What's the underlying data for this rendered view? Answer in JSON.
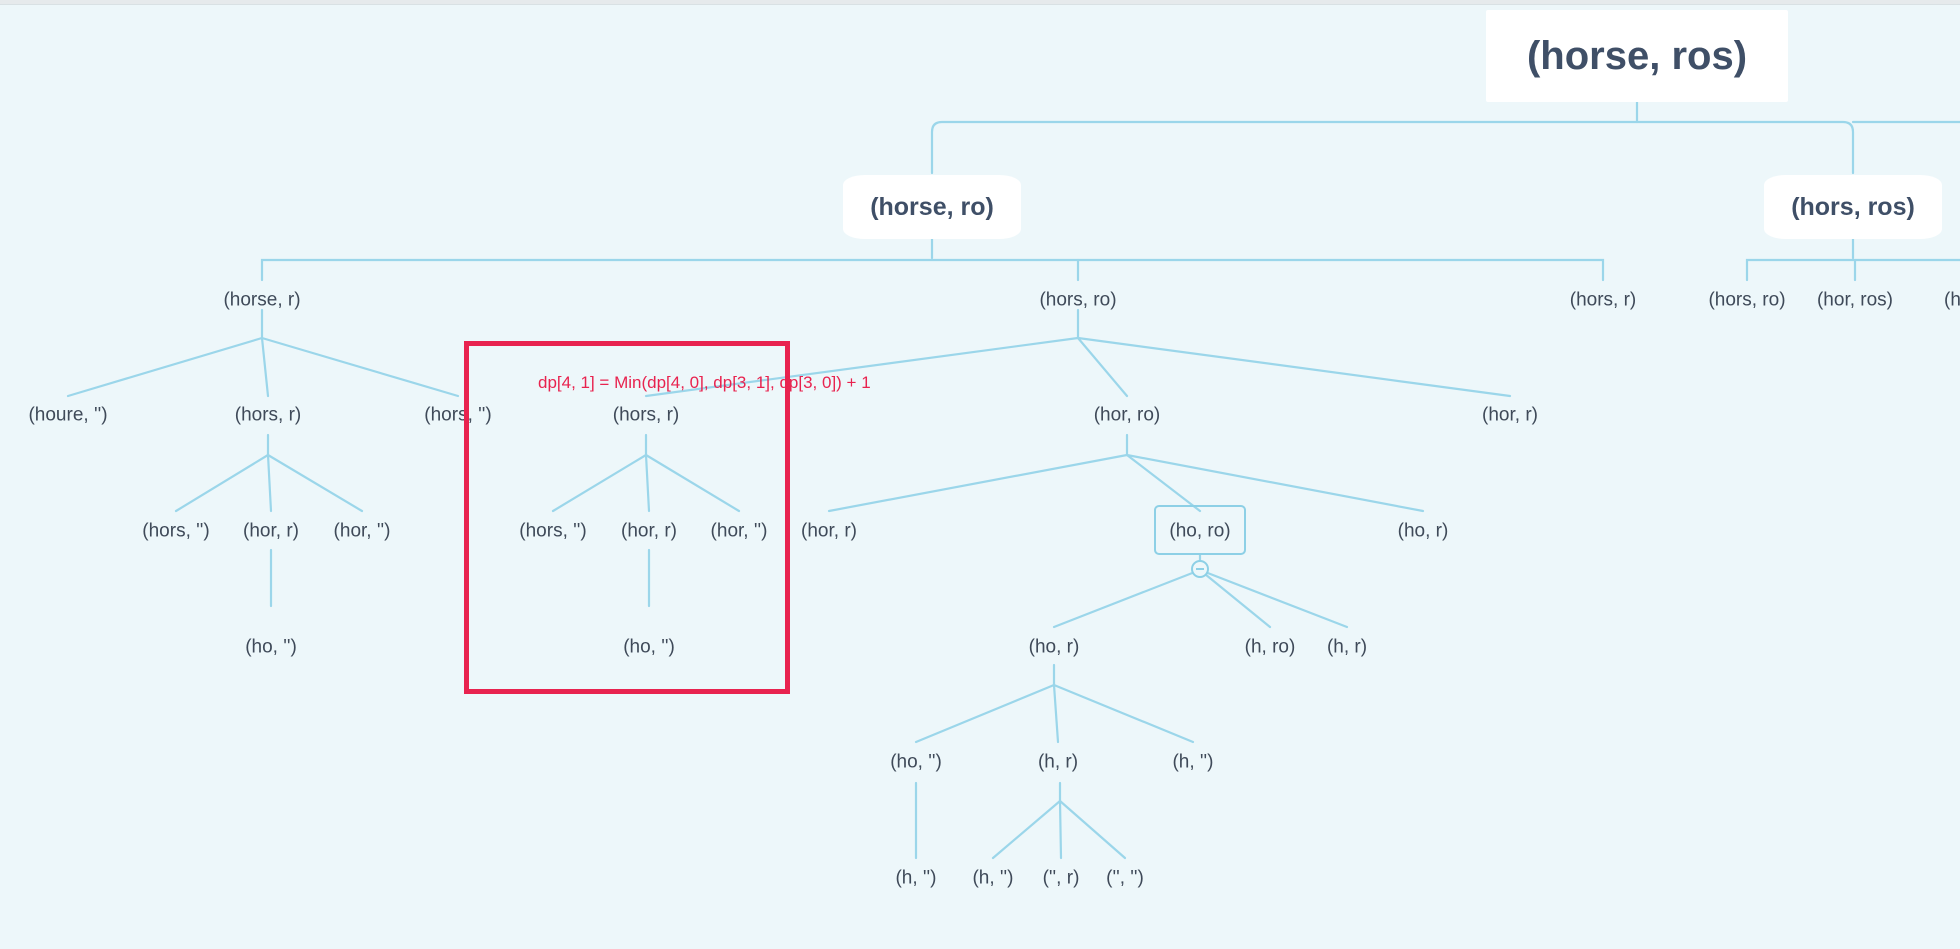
{
  "tree": {
    "root": "(horse, ros)",
    "level1": [
      "(horse, ro)",
      "(hors, ros)"
    ],
    "level2_left": [
      "(horse, r)",
      "(hors, ro)",
      "(hors, r)"
    ],
    "level2_right": [
      "(hors, ro)",
      "(hor, ros)",
      "(hor"
    ],
    "horse_r_children": [
      "(houre, '')",
      "(hors, r)",
      "(hors, '')"
    ],
    "hors_r_children": [
      "(hors, '')",
      "(hor, r)",
      "(hor, '')"
    ],
    "hor_r_child": "(ho, '')",
    "hors_ro_children": [
      "(hors, r)",
      "(hor, ro)",
      "(hor, r)"
    ],
    "boxed_hors_r_children": [
      "(hors, '')",
      "(hor, r)",
      "(hor, '')"
    ],
    "boxed_hor_r_child": "(ho, '')",
    "hor_ro_children": [
      "(hor, r)",
      "(ho, ro)",
      "(ho, r)"
    ],
    "ho_ro_children": [
      "(ho, r)",
      "(h, ro)",
      "(h, r)"
    ],
    "ho_r_children": [
      "(ho, '')",
      "(h, r)",
      "(h, '')"
    ],
    "ho_empty_child": "(h, '')",
    "h_r_children": [
      "(h, '')",
      "('', r)",
      "('', '')"
    ]
  },
  "annotation": "dp[4, 1] = Min(dp[4, 0], dp[3, 1], dp[3, 0])  + 1",
  "colors": {
    "edge": "#8dd0e6",
    "highlight": "#e8234f",
    "background": "#edf7fa"
  }
}
